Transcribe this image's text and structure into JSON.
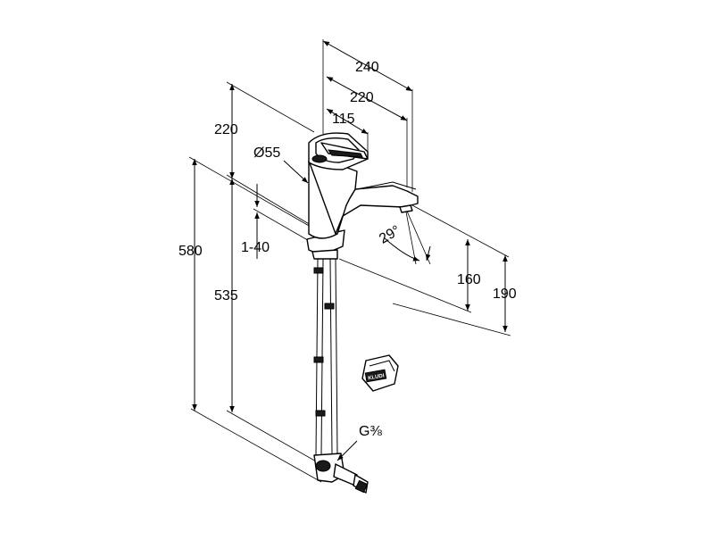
{
  "dimensions": {
    "reach_total": "240",
    "reach_spout": "220",
    "lever": "115",
    "height_over_deck": "220",
    "diameter": "Ø55",
    "deck_thickness": "1-40",
    "total_height": "580",
    "shaft_height": "535",
    "spout_angle": "29°",
    "spout_clearance": "160",
    "outlet_height": "190",
    "thread": "G⅜"
  },
  "logo": "KLUDI"
}
